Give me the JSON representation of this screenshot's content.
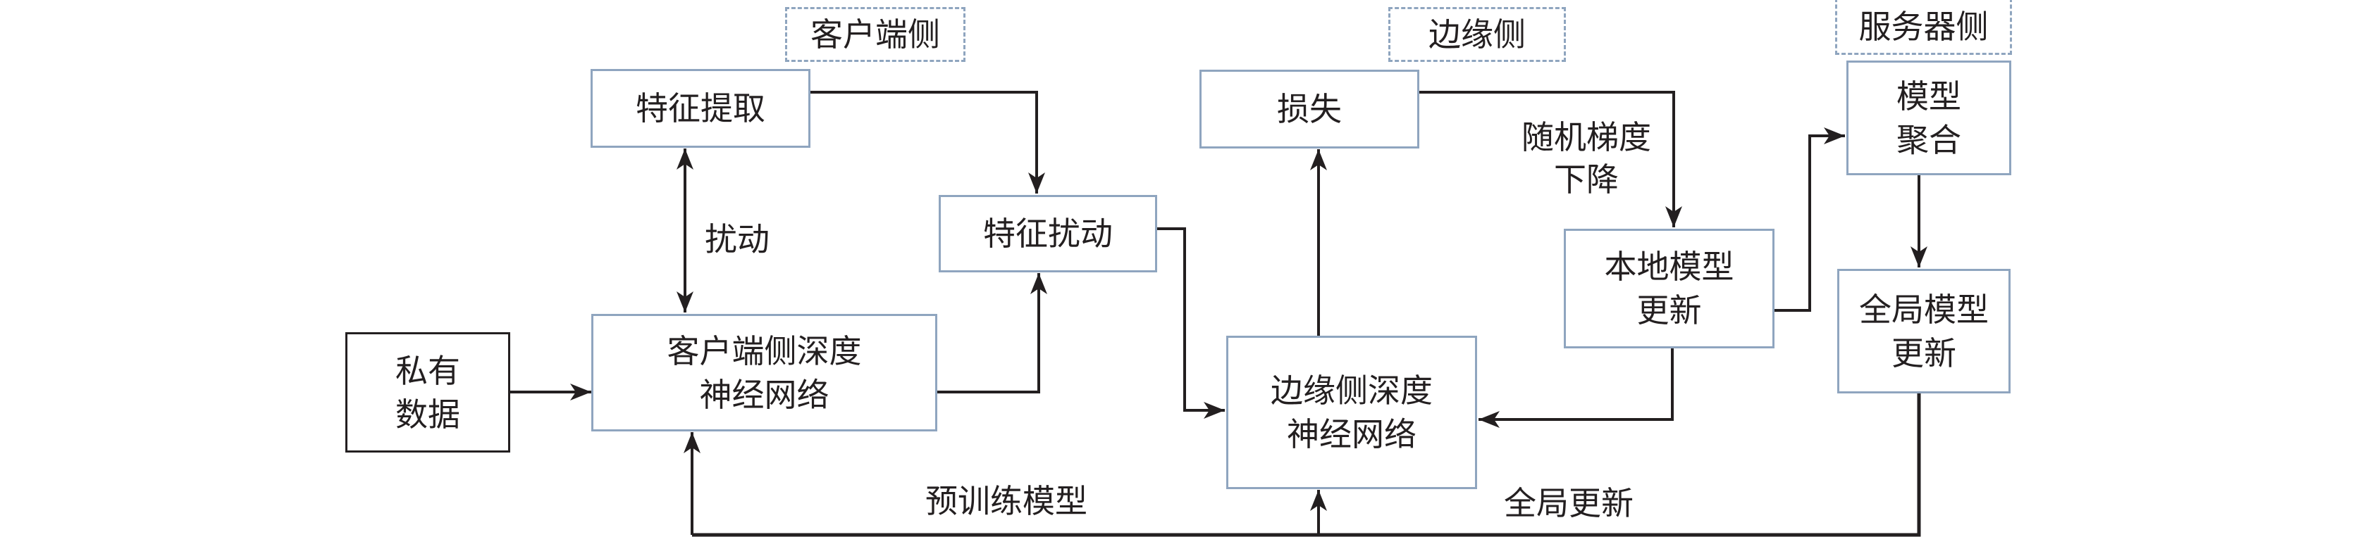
{
  "zones": {
    "client": "客户端侧",
    "edge": "边缘侧",
    "server": "服务器侧"
  },
  "nodes": {
    "private_data": "私有\n数据",
    "feature_extraction": "特征提取",
    "feature_perturbation": "特征扰动",
    "client_dnn": "客户端侧深度\n神经网络",
    "loss": "损失",
    "edge_dnn": "边缘侧深度\n神经网络",
    "local_model_update": "本地模型\n更新",
    "model_aggregation": "模型\n聚合",
    "global_model_update": "全局模型\n更新"
  },
  "edge_labels": {
    "perturbation": "扰动",
    "sgd": "随机梯度\n下降",
    "pretrained_model": "预训练模型",
    "global_update": "全局更新"
  },
  "colors": {
    "box_border": "#8fa5bf",
    "line": "#231f20",
    "text": "#231f20"
  }
}
